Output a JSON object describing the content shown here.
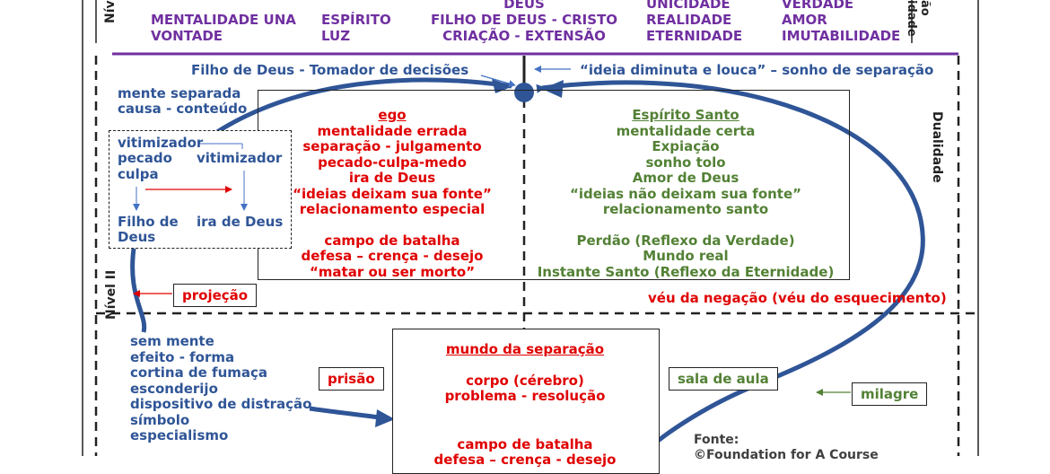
{
  "header": {
    "nivel_label_top": "Nív",
    "dualidade_top": "ão\nidade",
    "columns": [
      {
        "lines": [
          "MENTALIDADE UNA",
          "VONTADE"
        ]
      },
      {
        "lines": [
          "ESPÍRITO",
          "LUZ"
        ]
      },
      {
        "lines": [
          "DEUS",
          "FILHO DE DEUS - CRISTO",
          "CRIAÇÃO - EXTENSÃO"
        ]
      },
      {
        "lines": [
          "UNICIDADE",
          "REALIDADE",
          "ETERNIDADE"
        ]
      },
      {
        "lines": [
          "VERDADE",
          "AMOR",
          "IMUTABILIDADE"
        ]
      }
    ]
  },
  "top_labels": {
    "filho_decisor": "Filho de Deus - Tomador de decisões",
    "ideia_louca": "“ideia diminuta e louca” – sonho de separação"
  },
  "left_top": {
    "mente_separada": "mente separada",
    "causa_conteudo": "causa - conteúdo"
  },
  "cycle_box": {
    "vitimizador1": "vitimizador",
    "pecado": "pecado",
    "vitimizador2": "vitimizador",
    "culpa": "culpa",
    "filho_de": "Filho de",
    "deus": "Deus",
    "ira": "ira de Deus"
  },
  "ego_panel": {
    "title": "ego",
    "lines": [
      "mentalidade errada",
      "separação - julgamento",
      "pecado-culpa-medo",
      "ira de Deus",
      "“ideias deixam sua fonte”",
      "relacionamento especial"
    ],
    "lines2": [
      "campo de batalha",
      "defesa – crença - desejo",
      "“matar ou ser morto”"
    ]
  },
  "spirit_panel": {
    "title": "Espírito Santo",
    "lines": [
      "mentalidade certa",
      "Expiação",
      "sonho tolo",
      "Amor de Deus",
      "“ideias não deixam sua fonte”",
      "relacionamento santo"
    ],
    "lines2": [
      "Perdão (Reflexo da Verdade)",
      "Mundo real",
      "Instante Santo (Reflexo da Eternidade)"
    ]
  },
  "right_side": {
    "dualidade": "Dualidade",
    "veu": "véu da negação (véu do esquecimento)"
  },
  "left_mid": {
    "nivel2": "Nível II",
    "projecao": "projeção"
  },
  "bottom_left": {
    "lines": [
      "sem mente",
      "efeito - forma",
      "cortina de fumaça",
      "esconderijo",
      "dispositivo de distração",
      "símbolo",
      "especialismo"
    ],
    "prisao": "prisão"
  },
  "world_panel": {
    "title": "mundo da separação",
    "lines": [
      "corpo (cérebro)",
      "problema - resolução"
    ],
    "campo": "campo de batalha",
    "cut": "defesa – crença - desejo"
  },
  "bottom_right": {
    "sala": "sala de aula",
    "milagre": "milagre",
    "fonte": "Fonte:",
    "foundation": "©Foundation for A Course"
  },
  "colors": {
    "purple": "#7030a0",
    "blue": "#2f5597",
    "red": "#e00000",
    "green": "#538135",
    "curve": "#2f5597"
  }
}
